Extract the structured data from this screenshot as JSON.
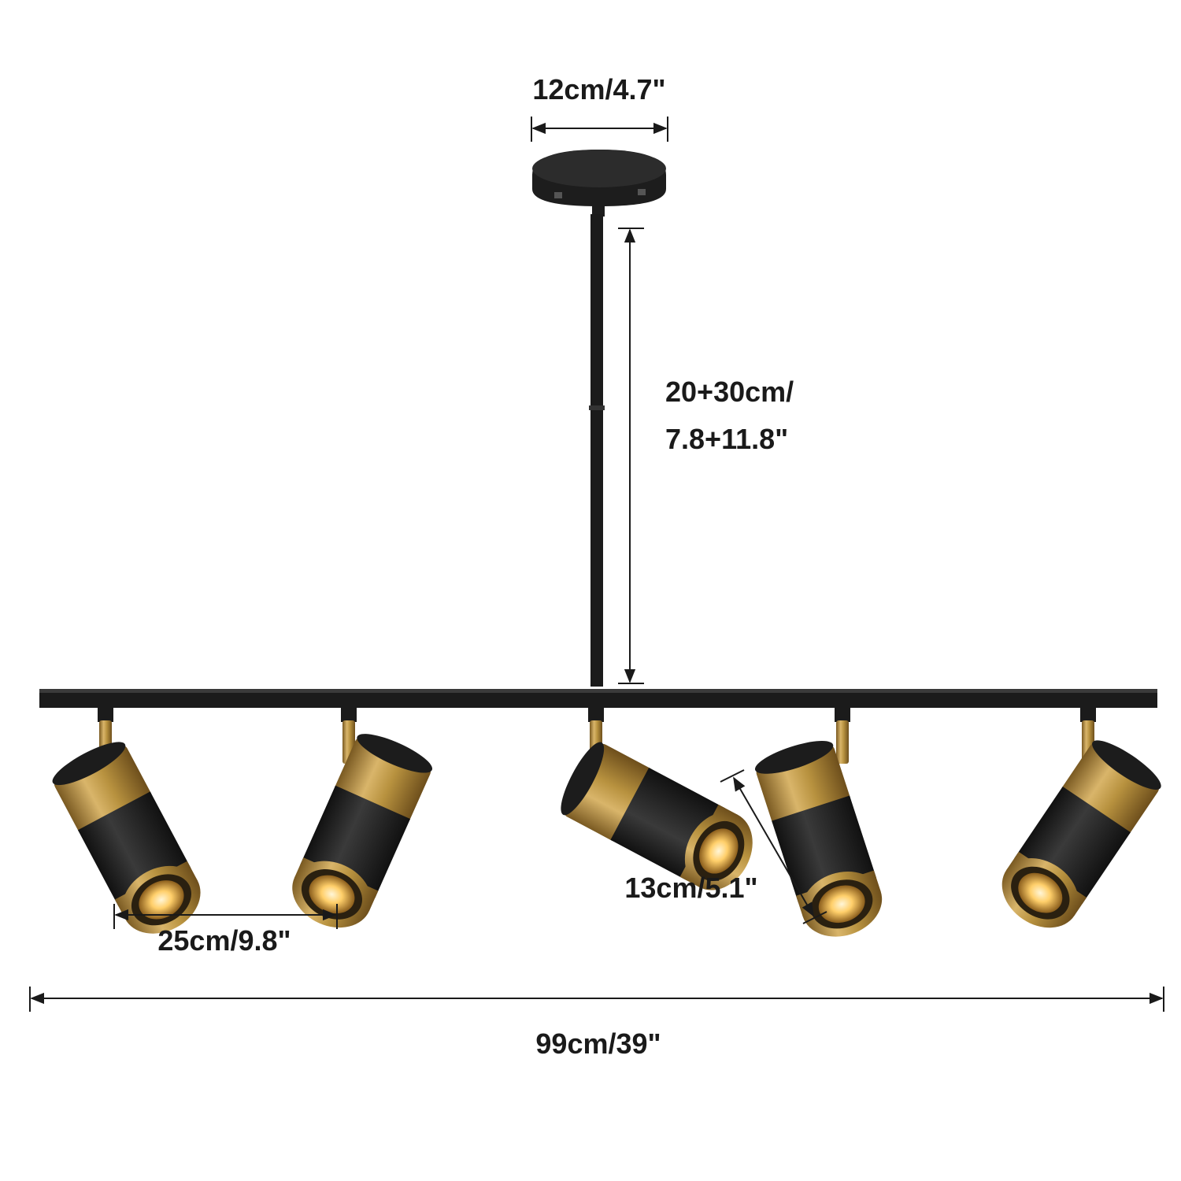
{
  "colors": {
    "black": "#222222",
    "brass": "#b08a3a",
    "brass_light": "#d6b46a",
    "glow": "#ffd27a",
    "line": "#1a1a1a"
  },
  "dimensions": {
    "canopy_width": "12cm/4.7\"",
    "rod_length_cm": "20+30cm/",
    "rod_length_in": "7.8+11.8\"",
    "spot_spacing": "25cm/9.8\"",
    "spot_length": "13cm/5.1\"",
    "total_width": "99cm/39\""
  },
  "fixture": {
    "spot_count": 5
  }
}
